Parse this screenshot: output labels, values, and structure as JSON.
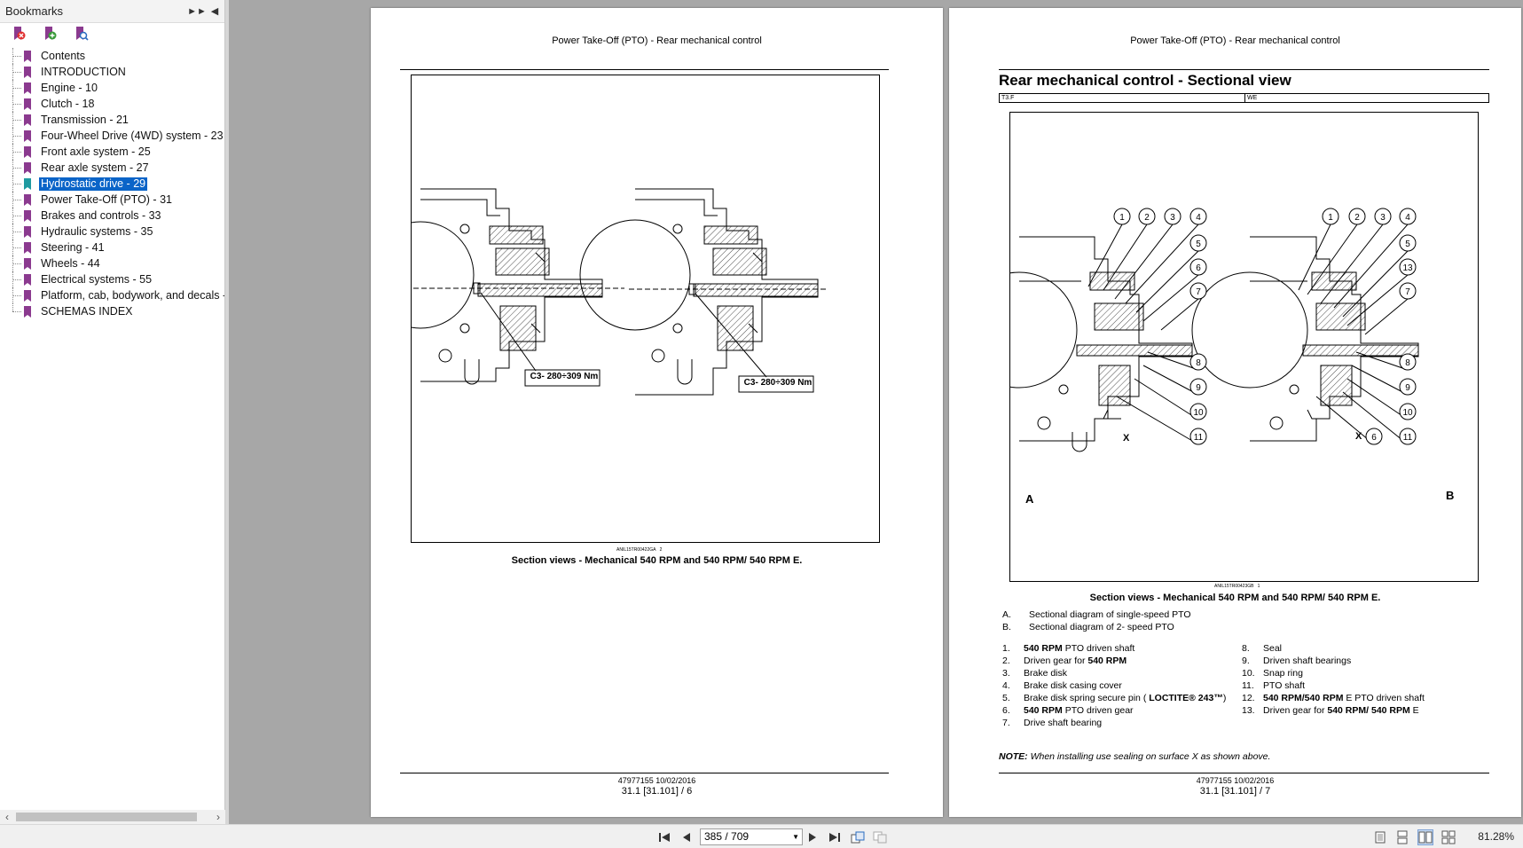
{
  "sidebar": {
    "title": "Bookmarks",
    "items": [
      {
        "label": "Contents"
      },
      {
        "label": "INTRODUCTION"
      },
      {
        "label": "Engine - 10"
      },
      {
        "label": "Clutch - 18"
      },
      {
        "label": "Transmission - 21"
      },
      {
        "label": "Four-Wheel Drive (4WD) system - 23"
      },
      {
        "label": "Front axle system - 25"
      },
      {
        "label": "Rear axle system - 27"
      },
      {
        "label": "Hydrostatic drive - 29"
      },
      {
        "label": "Power Take-Off (PTO) - 31"
      },
      {
        "label": "Brakes and controls - 33"
      },
      {
        "label": "Hydraulic systems - 35"
      },
      {
        "label": "Steering - 41"
      },
      {
        "label": "Wheels - 44"
      },
      {
        "label": "Electrical systems - 55"
      },
      {
        "label": "Platform, cab, bodywork, and decals -"
      },
      {
        "label": "SCHEMAS INDEX"
      }
    ],
    "selected": "Hydrostatic drive - 29"
  },
  "page6": {
    "header": "Power Take-Off (PTO) - Rear mechanical control",
    "torque_left": "C3- 280÷309 Nm",
    "torque_right": "C3- 280÷309 Nm",
    "fig_code": "ANIL15TR00422GA",
    "fig_num": "2",
    "caption": "Section views - Mechanical 540 RPM and 540 RPM/ 540 RPM E.",
    "footer_doc": "47977155 10/02/2016",
    "footer_page": "31.1 [31.101] / 6"
  },
  "page7": {
    "header": "Power Take-Off (PTO) - Rear mechanical control",
    "title": "Rear mechanical control - Sectional view",
    "meta_left": "T3.F",
    "meta_right": "WE",
    "label_a": "A",
    "label_b": "B",
    "label_x": "X",
    "fig_code": "ANIL15TR00423GB",
    "fig_num": "1",
    "caption": "Section views - Mechanical 540 RPM and 540 RPM/ 540 RPM E.",
    "legend_letters": [
      {
        "key": "A.",
        "text": "Sectional diagram of single-speed PTO"
      },
      {
        "key": "B.",
        "text": "Sectional diagram of 2- speed PTO"
      }
    ],
    "legend_left": [
      {
        "key": "1.",
        "bold": "540 RPM",
        "text": " PTO driven shaft",
        "bold2": ""
      },
      {
        "key": "2.",
        "bold": "",
        "text": "Driven gear for ",
        "bold2": "540 RPM"
      },
      {
        "key": "3.",
        "bold": "",
        "text": "Brake disk",
        "bold2": ""
      },
      {
        "key": "4.",
        "bold": "",
        "text": "Brake disk casing cover",
        "bold2": ""
      },
      {
        "key": "5.",
        "bold": "",
        "text": "Brake disk spring secure pin ( ",
        "bold2": "LOCTITE® 243™",
        "tail": ")"
      },
      {
        "key": "6.",
        "bold": "540 RPM",
        "text": " PTO driven gear",
        "bold2": ""
      },
      {
        "key": "7.",
        "bold": "",
        "text": "Drive shaft bearing",
        "bold2": ""
      }
    ],
    "legend_right": [
      {
        "key": "8.",
        "bold": "",
        "text": "Seal",
        "bold2": ""
      },
      {
        "key": "9.",
        "bold": "",
        "text": "Driven shaft bearings",
        "bold2": ""
      },
      {
        "key": "10.",
        "bold": "",
        "text": "Snap ring",
        "bold2": ""
      },
      {
        "key": "11.",
        "bold": "",
        "text": "PTO shaft",
        "bold2": ""
      },
      {
        "key": "12.",
        "bold": "540 RPM/540 RPM",
        "text": " E PTO driven shaft",
        "bold2": ""
      },
      {
        "key": "13.",
        "bold": "",
        "text": "Driven gear for ",
        "bold2": "540 RPM/ 540 RPM",
        "tail": " E"
      }
    ],
    "note_label": "NOTE:",
    "note_text": " When installing use sealing on surface X as shown above.",
    "footer_doc": "47977155 10/02/2016",
    "footer_page": "31.1 [31.101] / 7"
  },
  "toolbar": {
    "page_indicator": "385 / 709",
    "zoom": "81.28%"
  },
  "icons": {
    "bookmark_color": "#8b3a8f",
    "selection_color": "#0a64c8"
  }
}
